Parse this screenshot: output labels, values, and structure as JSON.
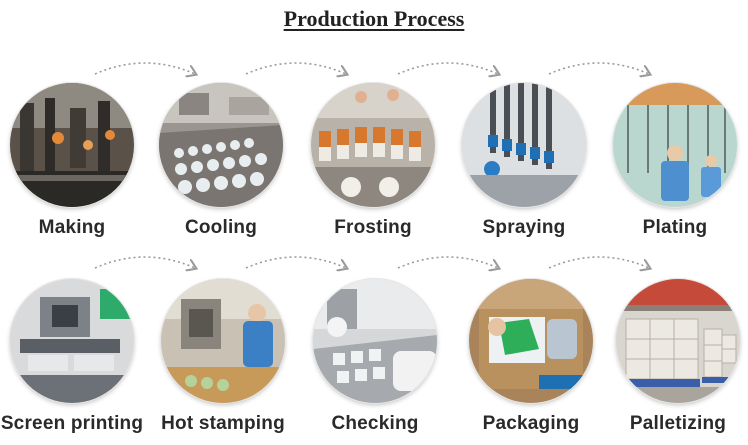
{
  "title": "Production Process",
  "steps": [
    {
      "label": "Making"
    },
    {
      "label": "Cooling"
    },
    {
      "label": "Frosting"
    },
    {
      "label": "Spraying"
    },
    {
      "label": "Plating"
    },
    {
      "label": "Screen printing"
    },
    {
      "label": "Hot stamping"
    },
    {
      "label": "Checking"
    },
    {
      "label": "Packaging"
    },
    {
      "label": "Palletizing"
    }
  ],
  "colors": {
    "text": "#2a2a2a",
    "arrow": "#9a9a9a"
  }
}
